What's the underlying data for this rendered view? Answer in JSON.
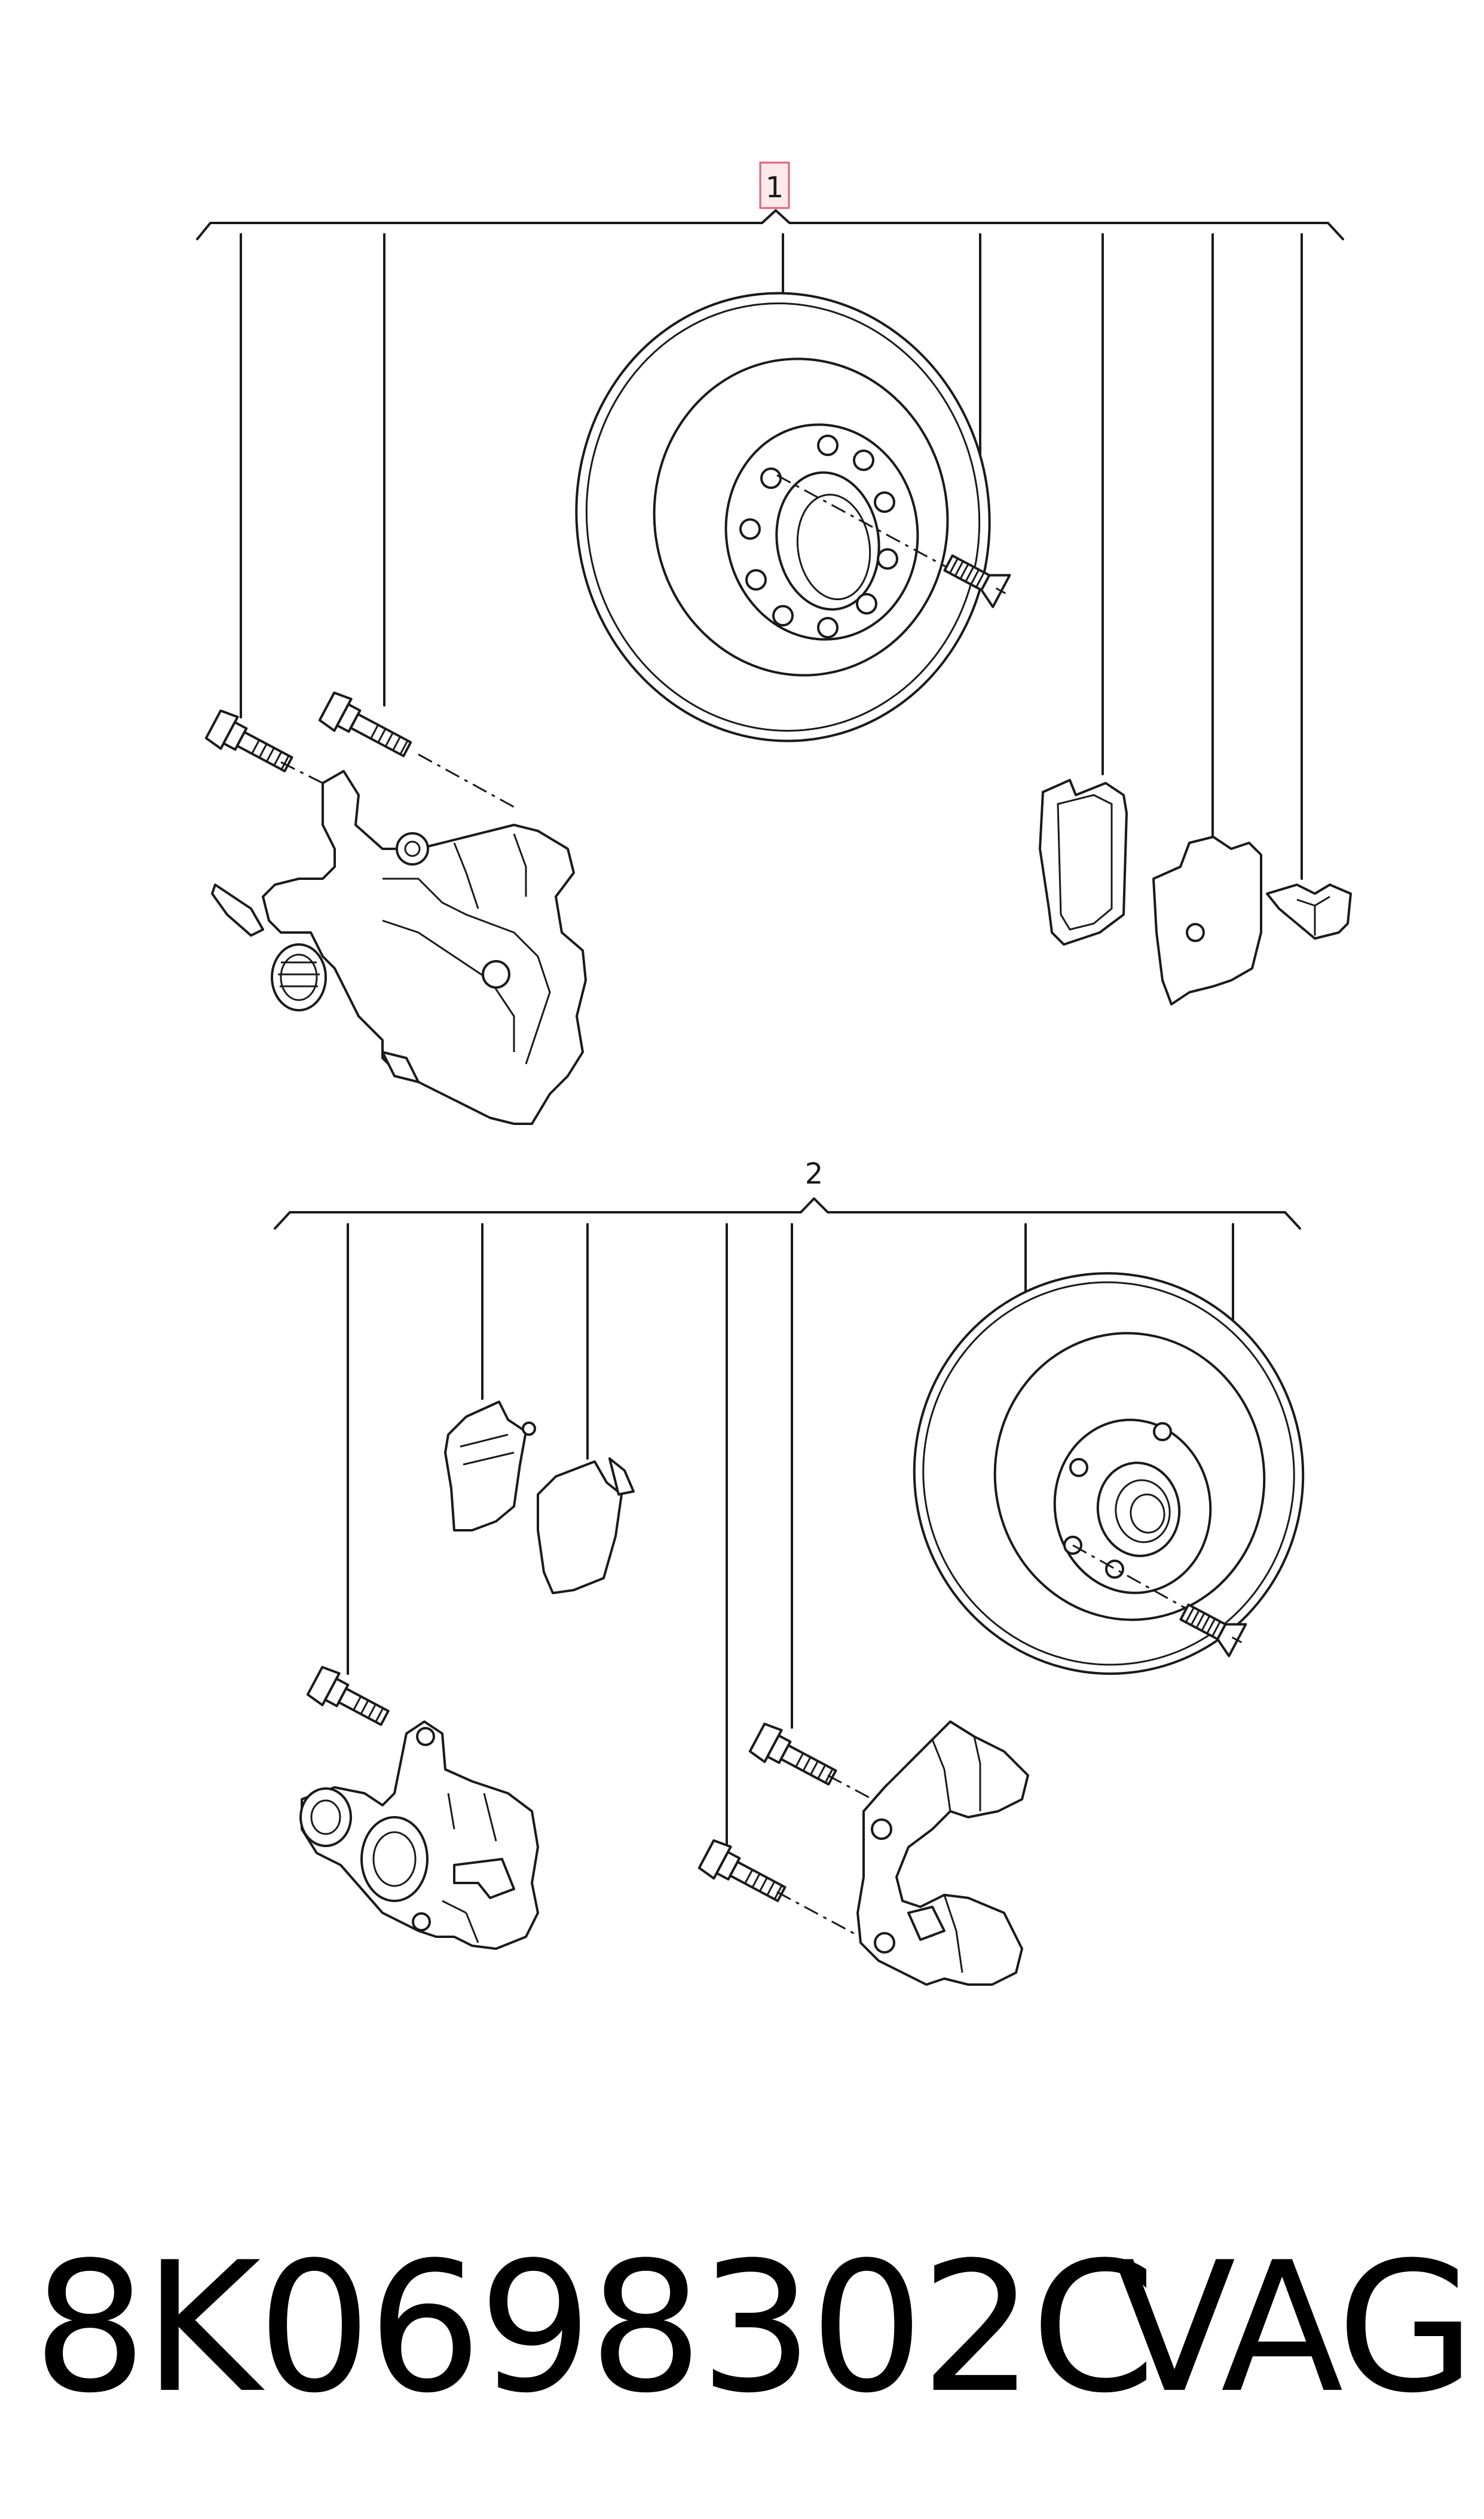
{
  "diagram": {
    "callouts": [
      {
        "id": "1",
        "label": "1",
        "highlighted": true,
        "highlight_color": "#e0607a"
      },
      {
        "id": "2",
        "label": "2",
        "highlighted": false
      }
    ],
    "groups": [
      {
        "callout": "1",
        "parts": [
          "caliper-bolt",
          "caliper-guide-bolt",
          "brake-caliper-with-carrier",
          "brake-disc-vented",
          "disc-retaining-screw",
          "brake-pad-inner",
          "brake-pad-outer",
          "pad-retaining-clip"
        ]
      },
      {
        "callout": "2",
        "parts": [
          "caliper-housing-bolt",
          "brake-pad-inner",
          "brake-pad-outer",
          "caliper-carrier-bolt-lower",
          "caliper-carrier-bolt-upper",
          "brake-caliper-housing",
          "caliper-carrier",
          "brake-disc-with-hub",
          "disc-retaining-screw"
        ]
      }
    ]
  },
  "footer": {
    "part_number": "8K0698302C",
    "brand": "VAG"
  }
}
